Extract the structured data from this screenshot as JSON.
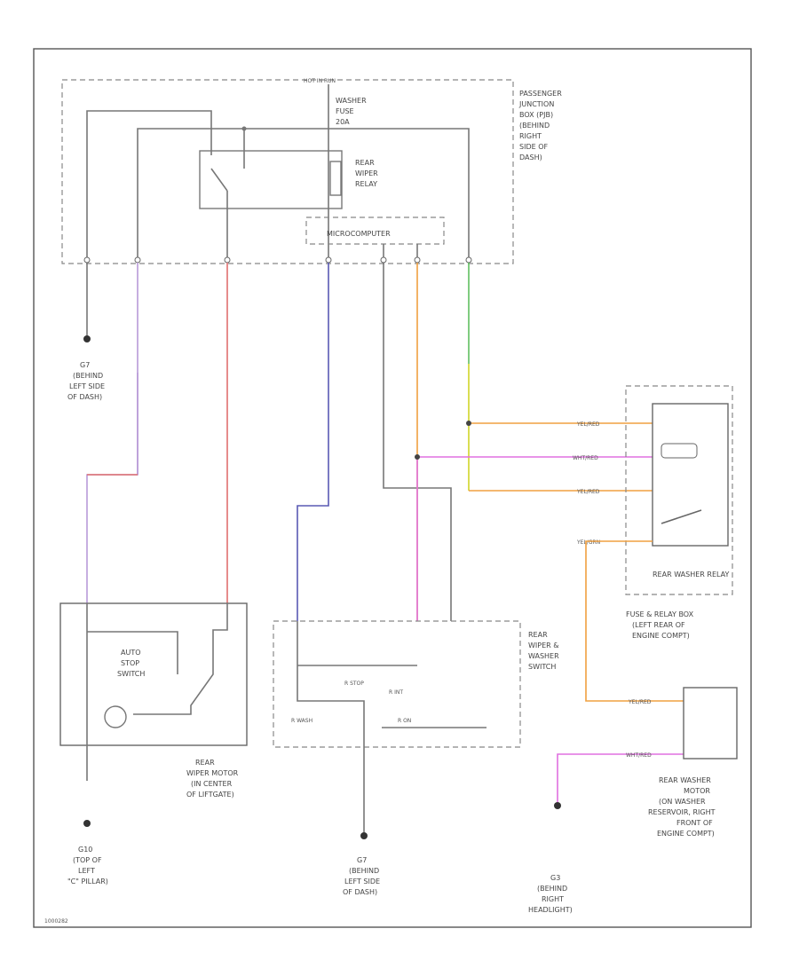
{
  "colors": {
    "wire": "#777777",
    "blue": "#5a5ab4",
    "red": "#e07070",
    "orange": "#f0a040",
    "green": "#60c060",
    "yellow": "#e8e040",
    "violet": "#b89ad8",
    "pink": "#e070e0",
    "lightblue": "#8080d0"
  },
  "junction_box": {
    "hot_label": "HOT IN RUN",
    "fuse_label": [
      "WASHER",
      "FUSE",
      "20A"
    ],
    "title": [
      "PASSENGER",
      "JUNCTION",
      "BOX (PJB)",
      "(BEHIND",
      "RIGHT",
      "SIDE OF",
      "DASH)"
    ],
    "relay_label": [
      "REAR",
      "WIPER",
      "RELAY"
    ],
    "microcomputer": "MICROCOMPUTER"
  },
  "grounds": {
    "g7_left": [
      "G7",
      "(BEHIND",
      "LEFT SIDE",
      "OF DASH)"
    ],
    "g10": [
      "G10",
      "(TOP OF",
      "LEFT",
      "\"C\" PILLAR)"
    ],
    "g7_center": [
      "G7",
      "(BEHIND",
      "LEFT SIDE",
      "OF DASH)"
    ],
    "g3": [
      "G3",
      "(BEHIND",
      "RIGHT",
      "HEADLIGHT)"
    ]
  },
  "components": {
    "wiper_motor_switch": [
      "AUTO",
      "STOP",
      "SWITCH"
    ],
    "wiper_motor": [
      "REAR",
      "WIPER MOTOR",
      "(IN CENTER",
      "OF LIFTGATE)"
    ],
    "washer_switch": [
      "REAR",
      "WIPER &",
      "WASHER",
      "SWITCH"
    ],
    "switch_pos": [
      "R WASH",
      "R STOP",
      "R INT",
      "R ON"
    ],
    "washer_relay": "REAR WASHER RELAY",
    "fuse_box": [
      "FUSE & RELAY BOX",
      "(LEFT REAR OF",
      "ENGINE COMPT)"
    ],
    "washer_motor": [
      "REAR WASHER",
      "MOTOR",
      "(ON WASHER",
      "RESERVOIR, RIGHT",
      "FRONT OF",
      "ENGINE COMPT)"
    ]
  },
  "wire_labels": {
    "relay_wires": [
      "YEL/RED",
      "WHT/RED",
      "YEL/RED",
      "YEL/GRN"
    ],
    "motor_wires": [
      "YEL/RED",
      "WHT/RED"
    ]
  },
  "footer_code": "1000282"
}
